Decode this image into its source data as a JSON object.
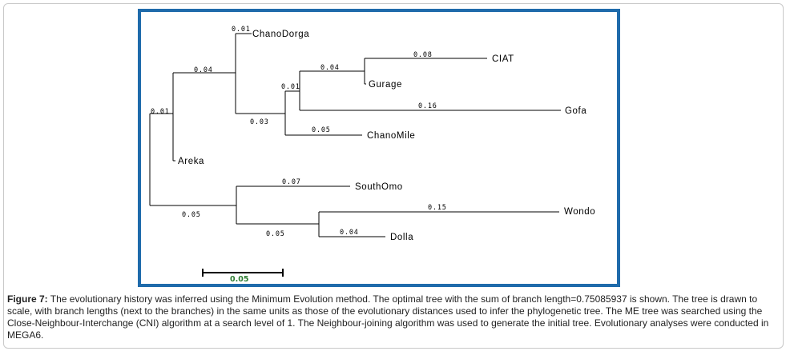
{
  "tree": {
    "taxa": {
      "chanodorga": "ChanoDorga",
      "ciat": "CIAT",
      "gurage": "Gurage",
      "gofa": "Gofa",
      "chanomile": "ChanoMile",
      "areka": "Areka",
      "southomo": "SouthOmo",
      "wondo": "Wondo",
      "dolla": "Dolla"
    },
    "branch_lengths": {
      "root_to_upper": "0.01",
      "upper_to_inner": "0.04",
      "chanodorga": "0.01",
      "inner_to_node3": "0.03",
      "node3_to_node4": "0.01",
      "node4_to_node5": "0.04",
      "ciat": "0.08",
      "gofa": "0.16",
      "chanomile": "0.05",
      "root_to_lower": "0.05",
      "southomo": "0.07",
      "lower_to_node6": "0.05",
      "wondo": "0.15",
      "dolla": "0.04"
    },
    "scale_bar_label": "0.05"
  },
  "caption": {
    "label": "Figure 7:",
    "text": " The evolutionary history was inferred using the Minimum Evolution method. The optimal tree with the sum of branch length=0.75085937 is shown. The tree is drawn to scale, with branch lengths (next to the branches) in the same units as those of the evolutionary distances used to infer the phylogenetic tree. The ME tree was searched using the Close-Neighbour-Interchange (CNI) algorithm at a search level of 1. The Neighbour-joining algorithm was used to generate the initial tree. Evolutionary analyses were conducted in MEGA6."
  }
}
